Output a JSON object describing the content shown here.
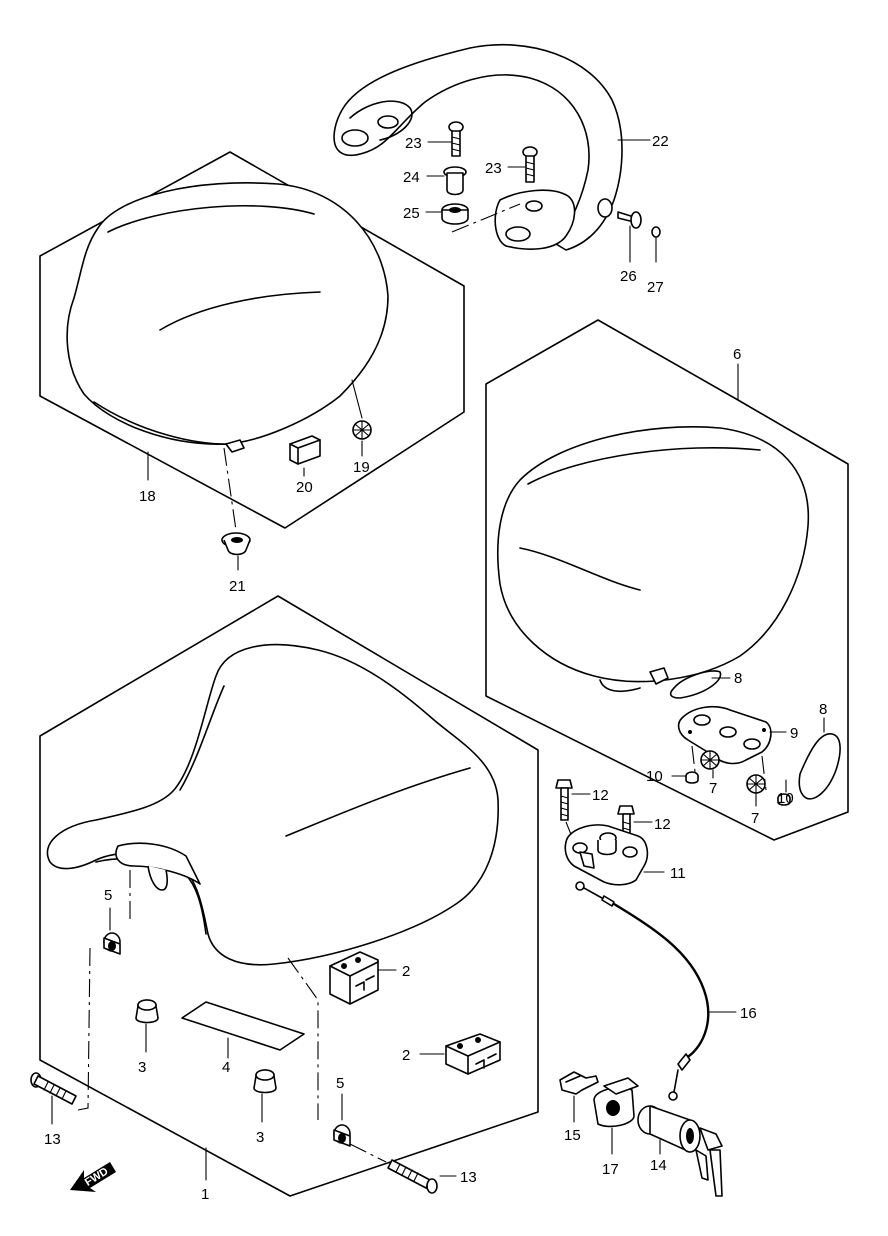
{
  "diagram": {
    "labels": {
      "p1": "1",
      "p2a": "2",
      "p2b": "2",
      "p3a": "3",
      "p3b": "3",
      "p4": "4",
      "p5a": "5",
      "p5b": "5",
      "p6": "6",
      "p7a": "7",
      "p7b": "7",
      "p8a": "8",
      "p8b": "8",
      "p9": "9",
      "p10a": "10",
      "p10b": "10",
      "p11": "11",
      "p12a": "12",
      "p12b": "12",
      "p13a": "13",
      "p13b": "13",
      "p14": "14",
      "p15": "15",
      "p16": "16",
      "p17": "17",
      "p18": "18",
      "p19": "19",
      "p20": "20",
      "p21": "21",
      "p22": "22",
      "p23a": "23",
      "p23b": "23",
      "p24": "24",
      "p25": "25",
      "p26": "26",
      "p27": "27"
    },
    "fwd_text": "FWD"
  }
}
